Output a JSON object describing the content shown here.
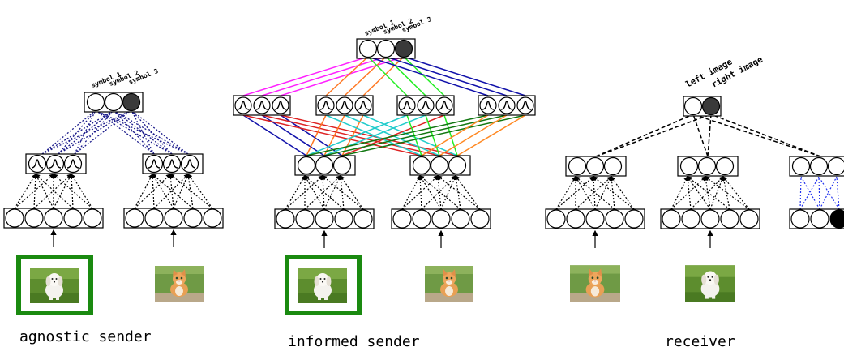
{
  "captions": {
    "agnostic": "agnostic sender",
    "informed": "informed sender",
    "receiver": "receiver"
  },
  "symbol_labels": [
    "symbol 1",
    "symbol 2",
    "symbol 3"
  ],
  "receiver_output_labels": [
    "left image",
    "right image"
  ],
  "images": {
    "dog": "dog-photo",
    "cat": "cat-photo"
  },
  "colors": {
    "target_frame": "#1a8a10",
    "active_unit": "#3a3a3a",
    "agnostic_edges": "#1a1a8a",
    "receiver_dot_edges": "#2233ee",
    "informed_edges": [
      "#ff22ff",
      "#ff7722",
      "#22ee22",
      "#1111aa",
      "#dd2222",
      "#22cccc",
      "#117711",
      "#ff8822"
    ]
  }
}
